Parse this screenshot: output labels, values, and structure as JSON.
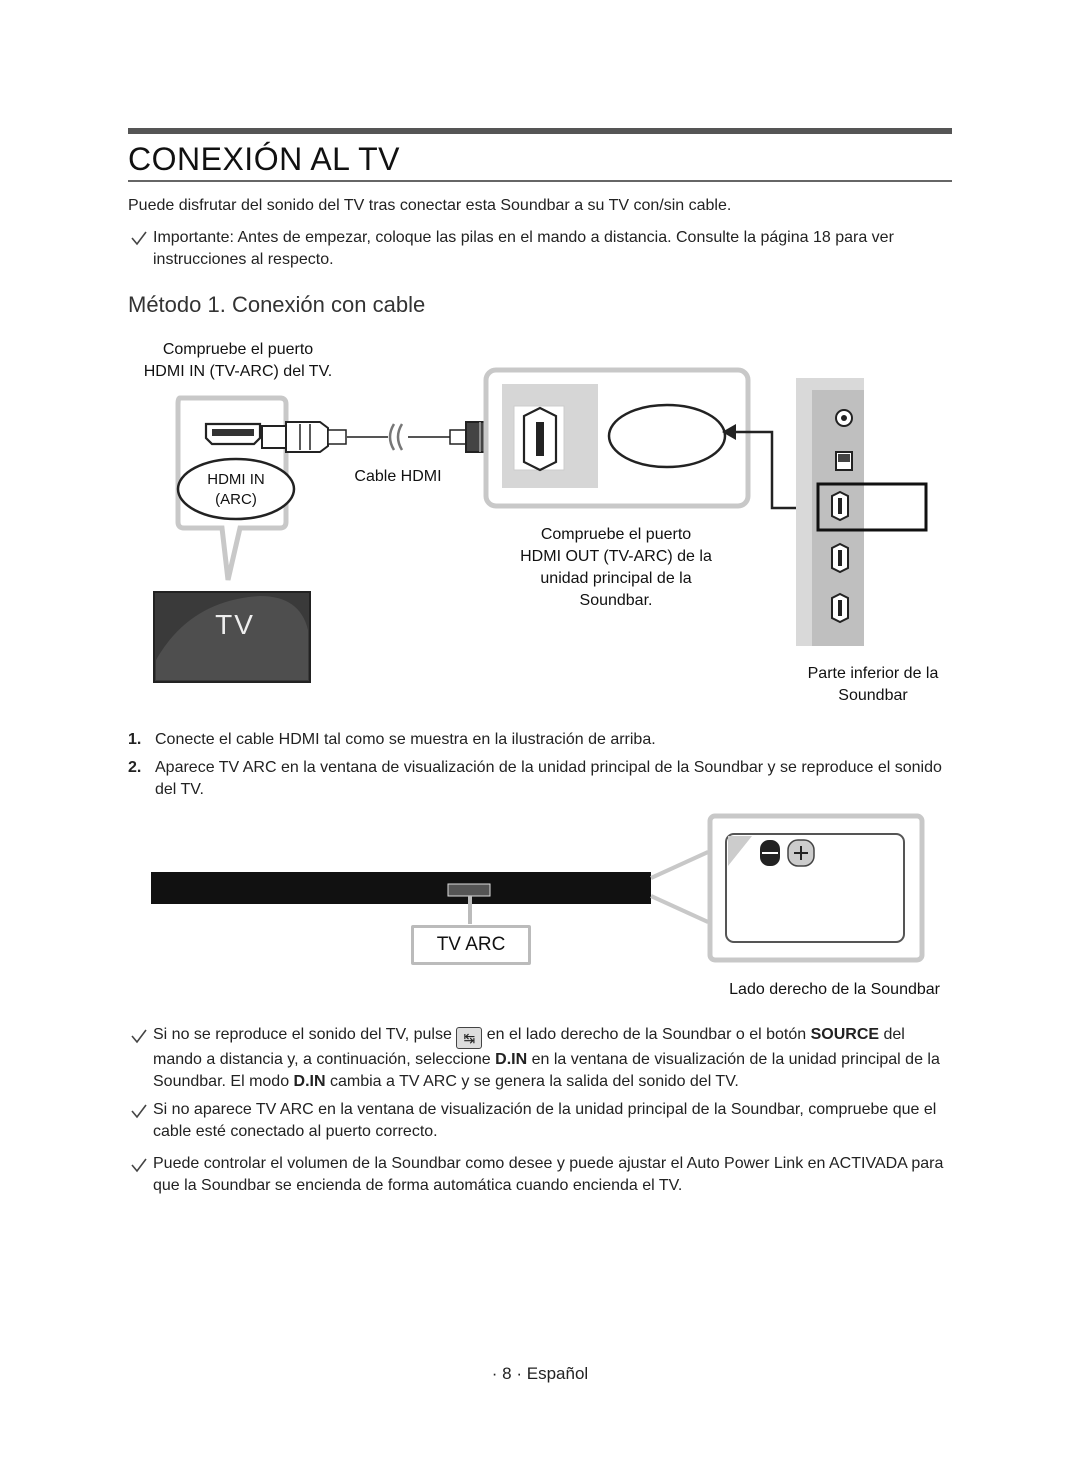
{
  "title": "CONEXIÓN AL TV",
  "intro": "Puede disfrutar del sonido del TV tras conectar esta Soundbar a su TV con/sin cable.",
  "important_note": "Importante: Antes de empezar, coloque las pilas en el mando a distancia. Consulte la página 18 para ver instrucciones al respecto.",
  "section_title": "Método 1. Conexión con cable",
  "diagram1": {
    "check_tv_port_line1": "Compruebe el puerto",
    "check_tv_port_line2": "HDMI IN (TV-ARC) del TV.",
    "hdmi_in_label": "HDMI IN",
    "arc_label": "(ARC)",
    "cable_label": "Cable HDMI",
    "tv_label": "TV",
    "check_soundbar_port_line1": "Compruebe el puerto",
    "check_soundbar_port_line2": "HDMI OUT (TV-ARC) de la",
    "check_soundbar_port_line3": "unidad principal de la",
    "check_soundbar_port_line4": "Soundbar.",
    "bottom_label_line1": "Parte inferior de la",
    "bottom_label_line2": "Soundbar"
  },
  "steps": [
    {
      "num": "1.",
      "text": "Conecte el cable HDMI tal como se muestra en la ilustración de arriba."
    },
    {
      "num": "2.",
      "text": "Aparece TV ARC en la ventana de visualización de la unidad principal de la Soundbar y se reproduce el sonido del TV."
    }
  ],
  "diagram2": {
    "display_label": "TV ARC",
    "side_label": "Lado derecho de la Soundbar"
  },
  "notes": {
    "note1_a": "Si no se reproduce el sonido del TV, pulse",
    "note1_b": "en el lado derecho de la Soundbar o el botón",
    "note1_source": "SOURCE",
    "note1_c": "del mando a distancia y, a continuación, seleccione",
    "note1_din": "D.IN",
    "note1_d": "en la ventana de visualización de la unidad principal de la Soundbar. El modo",
    "note1_din2": "D.IN",
    "note1_e": "cambia a TV ARC y se genera la salida del sonido del TV.",
    "note2": "Si no aparece TV ARC en la ventana de visualización de la unidad principal de la Soundbar, compruebe que el cable esté conectado al puerto correcto.",
    "note3": "Puede controlar el volumen de la Soundbar como desee y puede ajustar el Auto Power Link en ACTIVADA para que la Soundbar se encienda de forma automática cuando encienda el TV."
  },
  "footer": "· 8 · Español"
}
